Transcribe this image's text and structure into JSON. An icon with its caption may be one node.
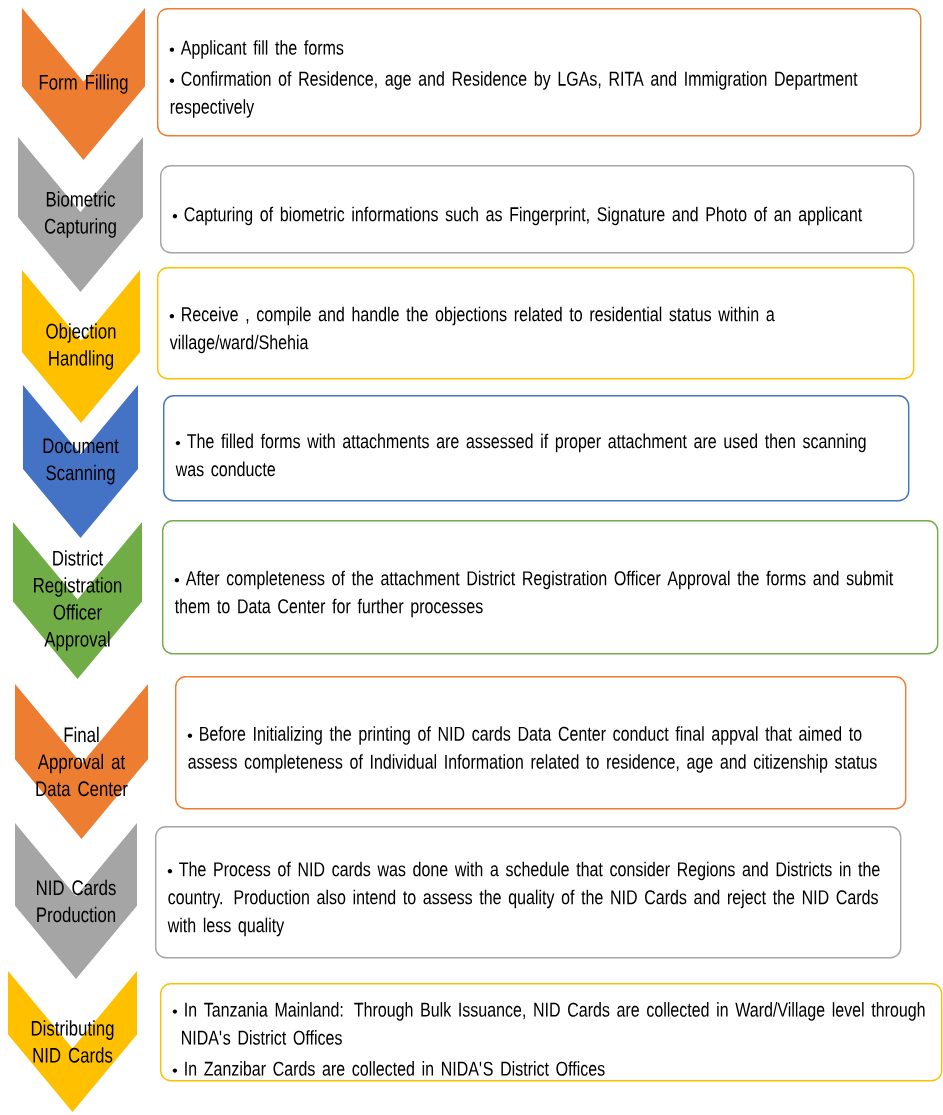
{
  "diagram": {
    "nodes": [
      {
        "text": [
          "Form Filling"
        ]
      },
      {
        "text": [
          "Applicant fill the forms",
          "Confirmation of Residence, age and Residence by LGAs, RITA and Immigration Department respectively"
        ]
      },
      {
        "text": [
          "Biometric Capturing"
        ]
      },
      {
        "text": [
          "Capturing of biometric informations such as Fingerprint, Signature and Photo of an applicant"
        ]
      },
      {
        "text": [
          "Objection Handling"
        ]
      },
      {
        "text": [
          "Receive , compile and handle the objections related to residential status within a village/ward/Shehia"
        ]
      },
      {
        "text": [
          "Document Scanning"
        ]
      },
      {
        "text": [
          "The filled forms with attachments are assessed if proper attachment are used then scanning was conducte"
        ]
      },
      {
        "text": [
          "District Registration Officer Approval"
        ]
      },
      {
        "text": [
          "After completeness of the attachment District Registration Officer Approval the forms and submit them to Data Center for further processes"
        ]
      },
      {
        "text": [
          "Final Approval at Data Center"
        ]
      },
      {
        "text": [
          "Before Initializing the printing of NID cards Data Center conduct final appval that aimed to assess completeness of Individual Information related to residence, age and citizenship status"
        ]
      },
      {
        "text": [
          "NID Cards Production"
        ]
      },
      {
        "text": [
          "The Process of NID cards was done with a schedule that consider Regions and Districts in the country. Production also intend to assess the quality of the NID Cards and reject the NID Cards with less quality"
        ]
      },
      {
        "text": [
          "Distributing NID Cards"
        ]
      },
      {
        "text": [
          "In Tanzania Mainland: Through Bulk Issuance, NID Cards are collected in Ward/Village level through NIDA's District Offices",
          "In Zanzibar Cards are collected in NIDA'S District Offices"
        ]
      }
    ]
  }
}
